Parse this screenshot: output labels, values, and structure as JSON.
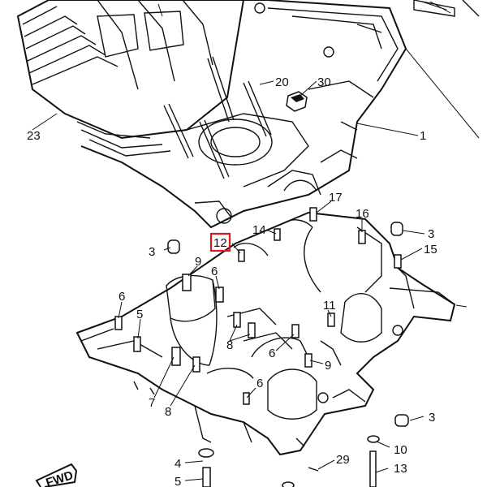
{
  "labels": {
    "l1": "1",
    "l3a": "3",
    "l3b": "3",
    "l3c": "3",
    "l4": "4",
    "l5a": "5",
    "l5b": "5",
    "l6a": "6",
    "l6b": "6",
    "l6c": "6",
    "l6d": "6",
    "l7": "7",
    "l8a": "8",
    "l8b": "8",
    "l9a": "9",
    "l9b": "9",
    "l10": "10",
    "l11": "11",
    "l12": "12",
    "l13": "13",
    "l14": "14",
    "l15": "15",
    "l16": "16",
    "l17": "17",
    "l20": "20",
    "l23": "23",
    "l29": "29",
    "l30": "30"
  },
  "fwd": "FWD",
  "highlight_color": "#e0141e"
}
